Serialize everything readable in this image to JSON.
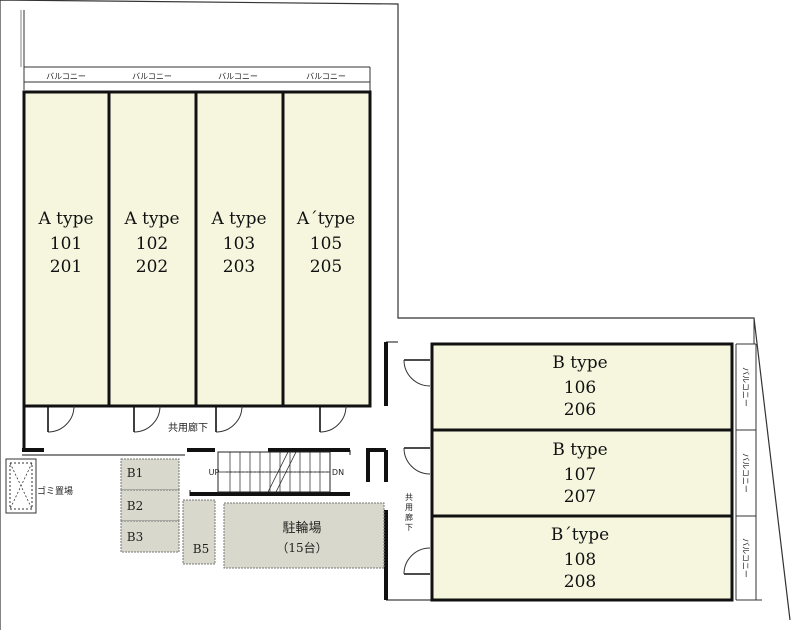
{
  "units_top": [
    {
      "type": "A type",
      "lower": "101",
      "upper": "201",
      "balcony": "バルコニー"
    },
    {
      "type": "A type",
      "lower": "102",
      "upper": "202",
      "balcony": "バルコニー"
    },
    {
      "type": "A type",
      "lower": "103",
      "upper": "203",
      "balcony": "バルコニー"
    },
    {
      "type": "A´type",
      "lower": "105",
      "upper": "205",
      "balcony": "バルコニー"
    }
  ],
  "units_right": [
    {
      "type": "B type",
      "lower": "106",
      "upper": "206",
      "balcony": "バルコニー"
    },
    {
      "type": "B type",
      "lower": "107",
      "upper": "207",
      "balcony": "バルコニー"
    },
    {
      "type": "B´type",
      "lower": "108",
      "upper": "208",
      "balcony": "バルコニー"
    }
  ],
  "corridor_top": "共用廊下",
  "corridor_side": [
    "共",
    "用",
    "廊",
    "下"
  ],
  "garbage": "ゴミ置場",
  "stairs": {
    "up": "UP",
    "down": "DN"
  },
  "bike_storage": [
    {
      "label": "B1"
    },
    {
      "label": "B2"
    },
    {
      "label": "B3"
    },
    {
      "label": "B5"
    }
  ],
  "bicycle_parking": {
    "title": "駐輪場",
    "capacity": "（15台）"
  },
  "colors": {
    "unit_fill": "#f6f6df",
    "storage_fill": "#d8d8cc",
    "wall": "#111111"
  }
}
